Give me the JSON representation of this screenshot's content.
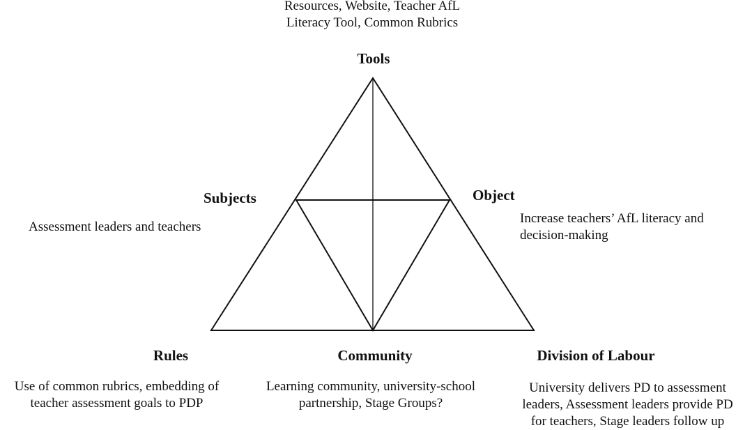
{
  "tools": {
    "label": "Tools",
    "description_lines": [
      "Resources, Website, Teacher AfL",
      "Literacy Tool, Common Rubrics"
    ]
  },
  "subjects": {
    "label": "Subjects",
    "description_lines": [
      "Assessment leaders and teachers"
    ]
  },
  "object": {
    "label": "Object",
    "description_lines": [
      "Increase teachers’ AfL literacy and",
      "decision-making"
    ]
  },
  "rules": {
    "label": "Rules",
    "description_lines": [
      "Use of common rubrics, embedding of",
      "teacher assessment goals to PDP"
    ]
  },
  "community": {
    "label": "Community",
    "description_lines": [
      "Learning community, university-school",
      "partnership, Stage Groups?"
    ]
  },
  "division_of_labour": {
    "label": "Division of Labour",
    "description_lines": [
      "University delivers PD to assessment",
      "leaders, Assessment leaders provide PD",
      "for teachers, Stage leaders follow up"
    ]
  },
  "colors": {
    "line": "#111111",
    "text": "#111111",
    "background": "#ffffff"
  }
}
